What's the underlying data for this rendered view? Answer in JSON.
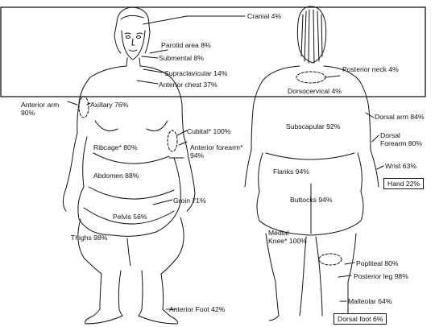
{
  "figure": {
    "labels": {
      "cranial": "Cranial 4%",
      "parotid": "Parotid area 8%",
      "submental": "Submental 8%",
      "supraclavicular": "Supraclavicular 14%",
      "anterior_chest": "Anterior chest 37%",
      "posterior_neck": "Posterior neck 4%",
      "dorsocervical": "Dorsocervical 4%",
      "anterior_arm": "Anterior arm 90%",
      "axillary": "Axillary 76%",
      "cubital": "Cubital* 100%",
      "ribcage": "Ribcage* 80%",
      "anterior_forearm": "Anterior forearm* 94%",
      "abdomen": "Abdomen 88%",
      "groin": "Groin 71%",
      "pelvis": "Pelvis 56%",
      "thighs": "Thighs 98%",
      "anterior_foot": "Anterior Foot 42%",
      "subscapular": "Subscapular 92%",
      "dorsal_arm": "Dorsal arm 84%",
      "dorsal_forearm": "Dorsal Forearm 80%",
      "wrist": "Wrist 63%",
      "hand": "Hand 22%",
      "flanks": "Flanks 94%",
      "buttocks": "Buttocks 94%",
      "medial_knee": "Medial Knee* 100%",
      "popliteal": "Popliteal 80%",
      "posterior_leg": "Posterior leg 98%",
      "malleolar": "Malleolar 64%",
      "dorsal_foot": "Dorsal foot 6%"
    }
  }
}
